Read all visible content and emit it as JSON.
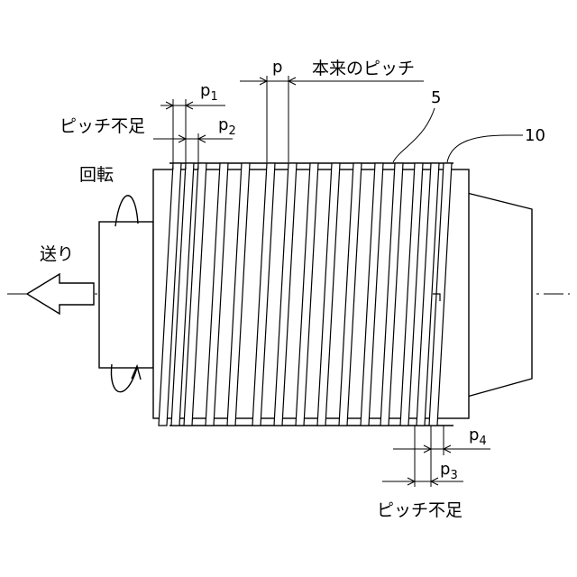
{
  "labels": {
    "rotation": "回転",
    "feed": "送り",
    "pitch_shortage_top": "ピッチ不足",
    "pitch_shortage_bottom": "ピッチ不足",
    "original_pitch": "本来のピッチ",
    "p": "p",
    "p1_base": "p",
    "p1_sub": "1",
    "p2_base": "p",
    "p2_sub": "2",
    "p3_base": "p",
    "p3_sub": "3",
    "p4_base": "p",
    "p4_sub": "4",
    "ref_5": "5",
    "ref_10": "10"
  }
}
